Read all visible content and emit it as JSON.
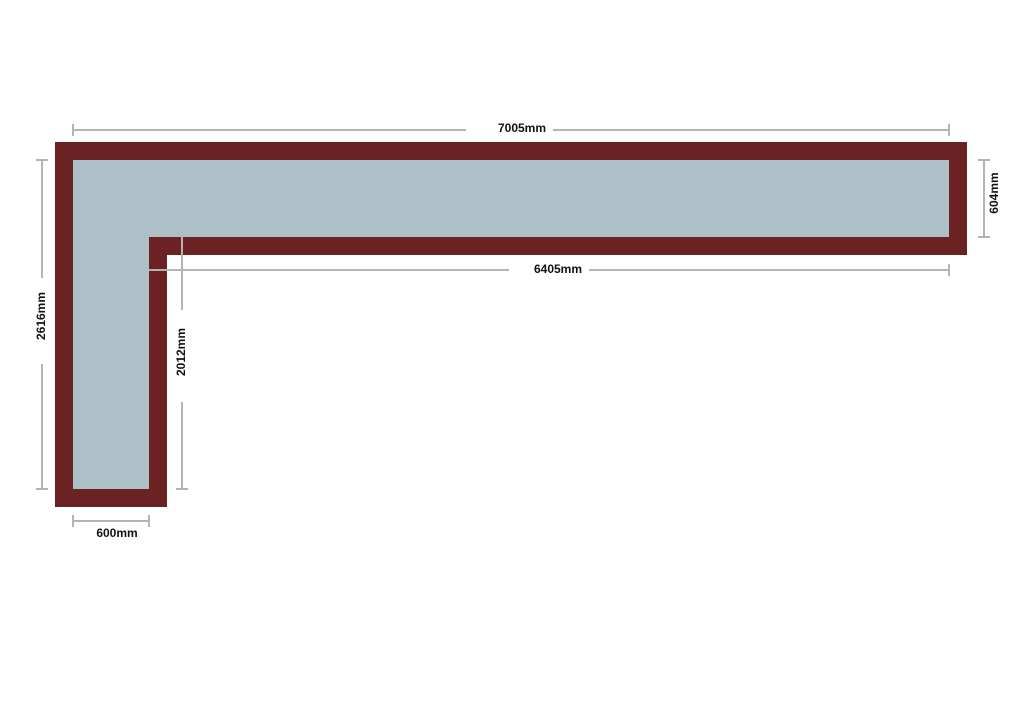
{
  "colors": {
    "background": "#ffffff",
    "border": "#6b2222",
    "surface": "#adc0c7",
    "dimension_line": "#b4b4b4",
    "label": "#111111"
  },
  "dimensions": {
    "top_total": "7005mm",
    "right_depth": "604mm",
    "inner_top": "6405mm",
    "left_total": "2616mm",
    "inner_left": "2012mm",
    "bottom_width": "600mm"
  }
}
